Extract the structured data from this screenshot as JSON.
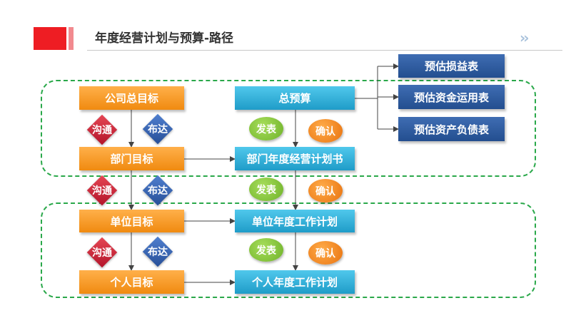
{
  "header": {
    "title": "年度经营计划与预算-路径",
    "nav_arrows": "››"
  },
  "left_column": [
    "公司总目标",
    "部门目标",
    "单位目标",
    "个人目标"
  ],
  "right_column": [
    "总预算",
    "部门年度经营计划书",
    "单位年度工作计划",
    "个人年度工作计划"
  ],
  "report_boxes": [
    "预估损益表",
    "预估资金运用表",
    "预估资产负债表"
  ],
  "diamond_labels": {
    "communicate": "沟通",
    "deploy": "布达"
  },
  "circle_labels": {
    "issue": "发表",
    "confirm": "确认"
  },
  "colors": {
    "orange": "#f5951f",
    "blue": "#2eaad6",
    "navy": "#2d5aa0",
    "dashed_frame": "#2aa84a",
    "diamond_red": "#c9253a",
    "diamond_blue": "#3563b4",
    "circle_green": "#8cc63f",
    "circle_orange": "#f28a20",
    "header_red": "#ee1d23"
  }
}
